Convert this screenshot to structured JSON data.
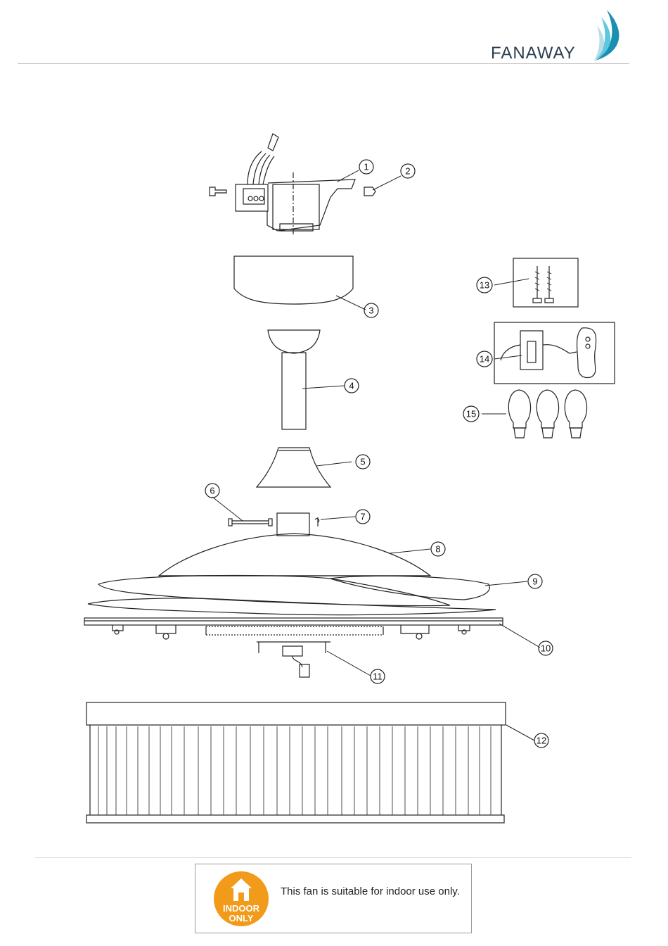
{
  "brand": {
    "name": "FANAWAY",
    "primary_color": "#2b3e50",
    "accent_colors": [
      "#1a8fb0",
      "#5cc8e0",
      "#b8dde8"
    ]
  },
  "diagram": {
    "callouts": [
      "1",
      "2",
      "3",
      "4",
      "5",
      "6",
      "7",
      "8",
      "9",
      "10",
      "11",
      "12",
      "13",
      "14",
      "15"
    ]
  },
  "notice": {
    "badge_icon": "house-icon",
    "badge_line1": "INDOOR",
    "badge_line2": "ONLY",
    "badge_color": "#f29a1a",
    "text": "This fan is suitable for indoor use only."
  }
}
